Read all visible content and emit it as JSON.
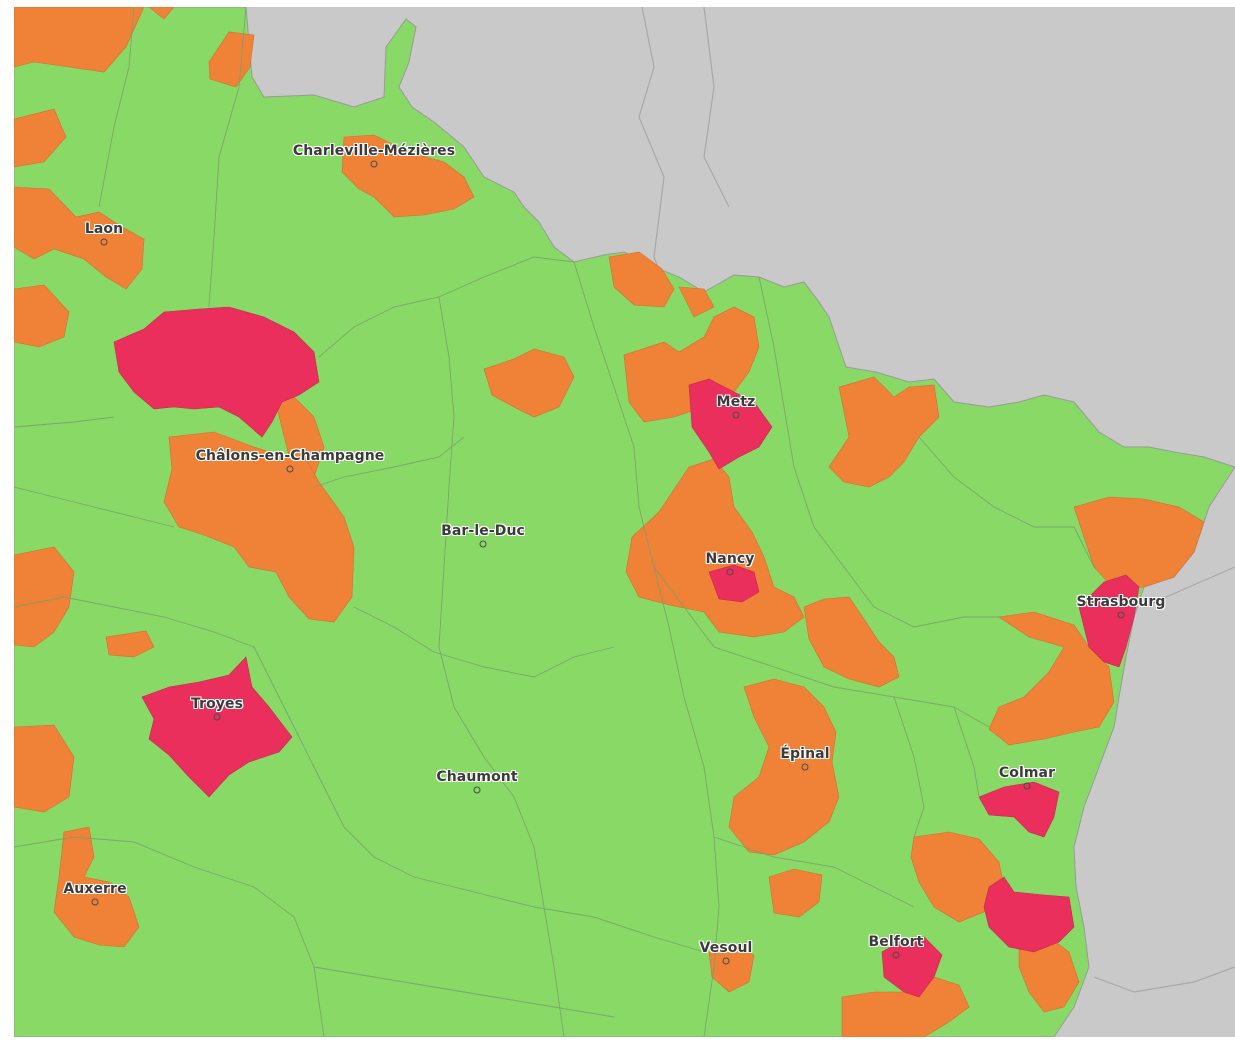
{
  "colors": {
    "background": "#c9c9c9",
    "base_zone": "#88d966",
    "alert_zone": "#ef8236",
    "high_zone": "#ea2f5c",
    "border": "#7b9d6f",
    "country_border": "#9a9a9a"
  },
  "cities": [
    {
      "name": "Charleville-Mézières",
      "zone": "alert"
    },
    {
      "name": "Laon",
      "zone": "alert"
    },
    {
      "name": "Châlons-en-Champagne",
      "zone": "alert"
    },
    {
      "name": "Bar-le-Duc",
      "zone": "base"
    },
    {
      "name": "Metz",
      "zone": "high"
    },
    {
      "name": "Nancy",
      "zone": "high"
    },
    {
      "name": "Strasbourg",
      "zone": "high"
    },
    {
      "name": "Troyes",
      "zone": "high"
    },
    {
      "name": "Épinal",
      "zone": "alert"
    },
    {
      "name": "Chaumont",
      "zone": "base"
    },
    {
      "name": "Colmar",
      "zone": "high"
    },
    {
      "name": "Auxerre",
      "zone": "alert"
    },
    {
      "name": "Vesoul",
      "zone": "alert"
    },
    {
      "name": "Belfort",
      "zone": "high"
    }
  ]
}
